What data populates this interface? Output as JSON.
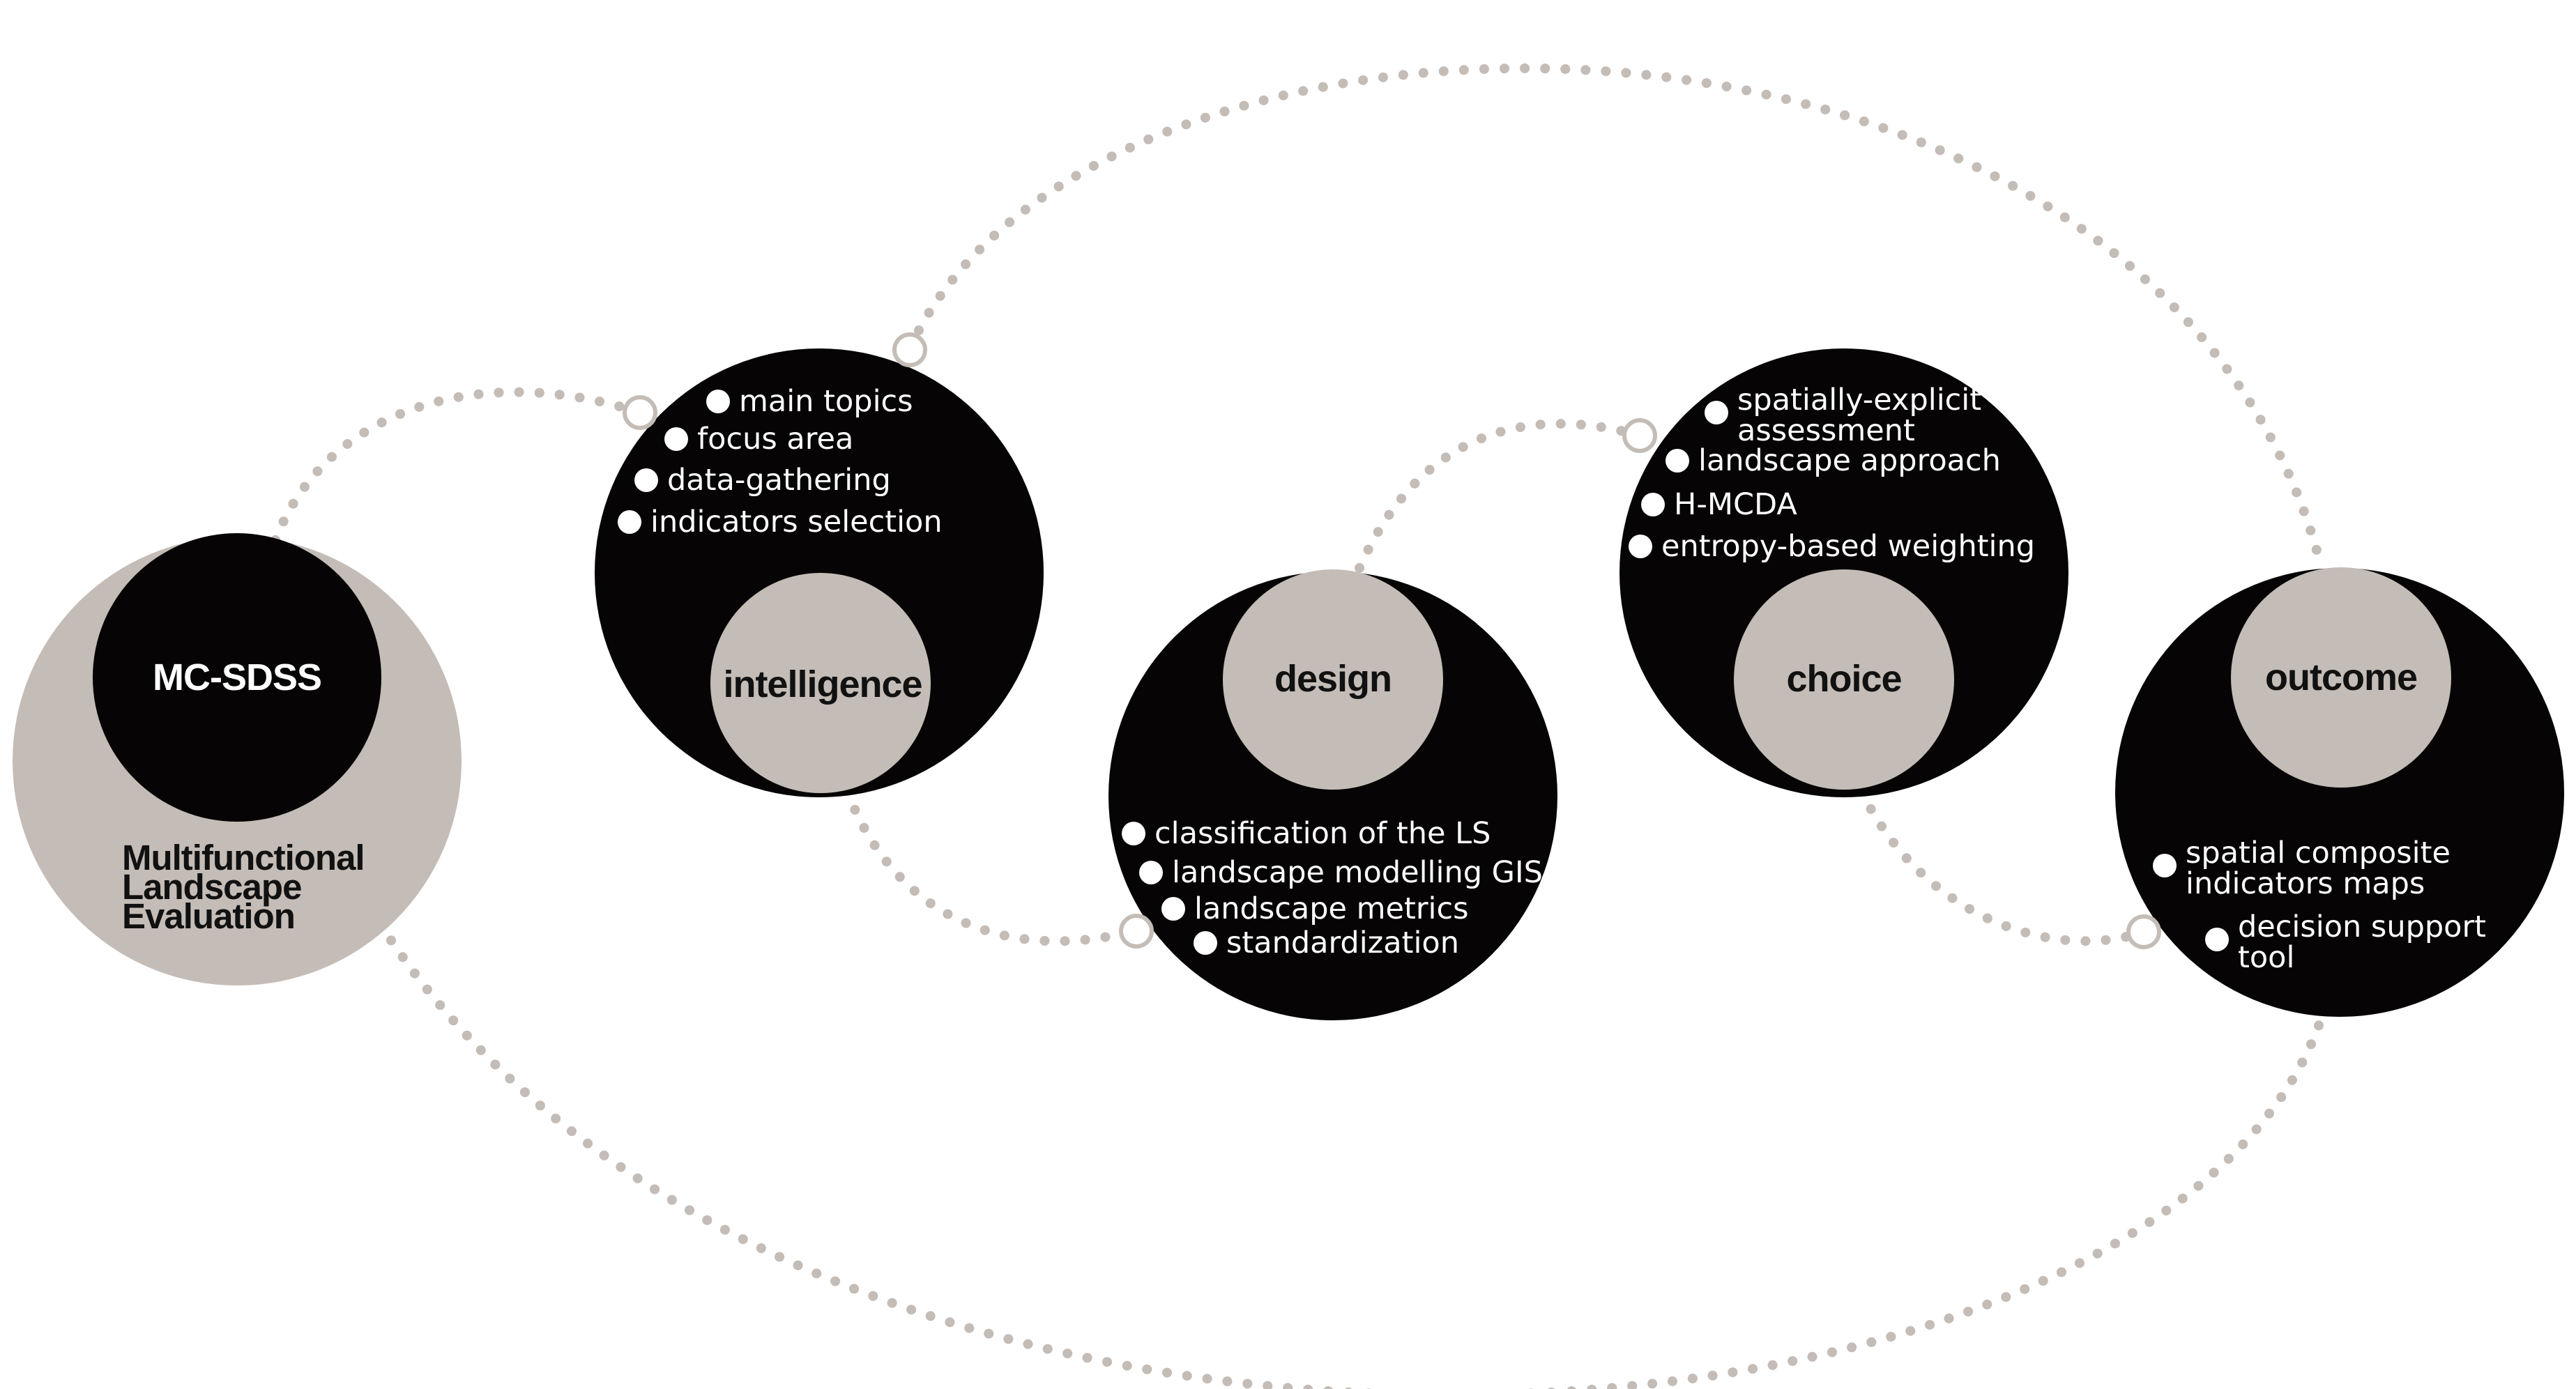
{
  "core": {
    "title": "MC-SDSS",
    "subtitle_lines": [
      "Multifunctional",
      "Landscape",
      "Evaluation"
    ]
  },
  "phases": [
    {
      "name": "intelligence",
      "items": [
        [
          "main topics"
        ],
        [
          "focus area"
        ],
        [
          "data-gathering"
        ],
        [
          "indicators selection"
        ]
      ]
    },
    {
      "name": "design",
      "items": [
        [
          "classification of the LS"
        ],
        [
          "landscape modelling GIS"
        ],
        [
          "landscape metrics"
        ],
        [
          "standardization"
        ]
      ]
    },
    {
      "name": "choice",
      "items": [
        [
          "spatially-explicit",
          "assessment"
        ],
        [
          "landscape approach"
        ],
        [
          "H-MCDA"
        ],
        [
          "entropy-based weighting"
        ]
      ]
    },
    {
      "name": "outcome",
      "items": [
        [
          "spatial composite",
          "indicators maps"
        ],
        [
          "decision support",
          "tool"
        ]
      ]
    }
  ],
  "colors": {
    "dark": "#060404",
    "taupe": "#c4bcb6",
    "background": "#ffffff",
    "item_text": "#ffffff"
  }
}
